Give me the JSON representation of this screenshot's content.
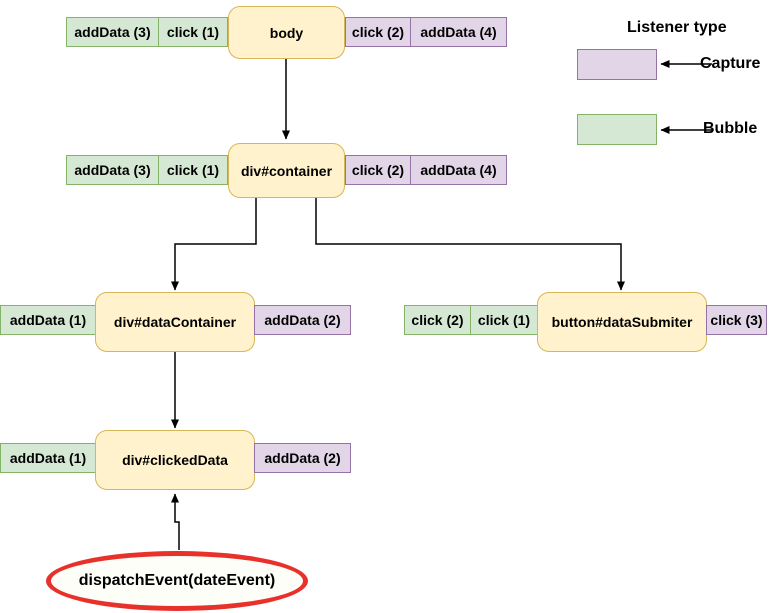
{
  "palette": {
    "node_fill": "#fff2cc",
    "node_stroke": "#d6b656",
    "bubble_fill": "#d5e8d4",
    "bubble_stroke": "#82b366",
    "capture_fill": "#e1d5e7",
    "capture_stroke": "#9673a6",
    "dispatch_stroke": "#e8312a",
    "edge_color": "#000000"
  },
  "legend": {
    "title": "Listener type",
    "capture_label": "Capture",
    "bubble_label": "Bubble"
  },
  "nodes": {
    "body": {
      "label": "body",
      "left": [
        "addData (3)",
        "click (1)"
      ],
      "right": [
        "click (2)",
        "addData (4)"
      ]
    },
    "container": {
      "label": "div#container",
      "left": [
        "addData (3)",
        "click (1)"
      ],
      "right": [
        "click (2)",
        "addData (4)"
      ]
    },
    "dataContainer": {
      "label": "div#dataContainer",
      "left": [
        "addData (1)"
      ],
      "right": [
        "addData (2)"
      ]
    },
    "dataSubmiter": {
      "label": "button#dataSubmiter",
      "left": [
        "click (2)",
        "click (1)"
      ],
      "right": [
        "click (3)"
      ]
    },
    "clickedData": {
      "label": "div#clickedData",
      "left": [
        "addData (1)"
      ],
      "right": [
        "addData (2)"
      ]
    }
  },
  "dispatch": {
    "label": "dispatchEvent(dateEvent)"
  }
}
